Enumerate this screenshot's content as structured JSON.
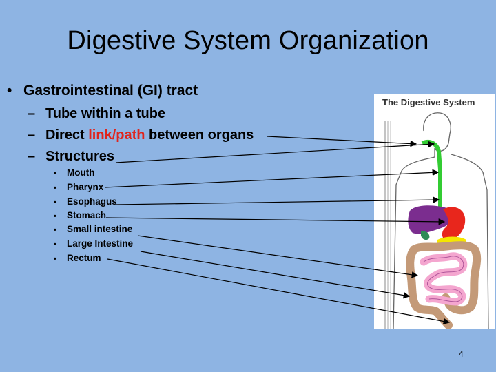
{
  "slide": {
    "title": "Digestive System Organization",
    "bullet_main": "Gastrointestinal (GI) tract",
    "sub1": "Tube within a tube",
    "sub2_before": "Direct ",
    "sub2_highlight": "link/path",
    "sub2_after": " between organs",
    "sub3": "Structures",
    "structures": [
      "Mouth",
      "Pharynx",
      "Esophagus",
      "Stomach",
      "Small intestine",
      "Large Intestine",
      "Rectum"
    ],
    "page_number": "4"
  },
  "diagram": {
    "title": "The Digestive System"
  },
  "colors": {
    "background": "#8eb4e3",
    "highlight": "#e0241c",
    "esophagus": "#33cc33",
    "liver": "#7b2d8f",
    "stomach": "#e8261c",
    "large_intestine": "#c49a78",
    "small_intestine": "#f4a6cf"
  }
}
